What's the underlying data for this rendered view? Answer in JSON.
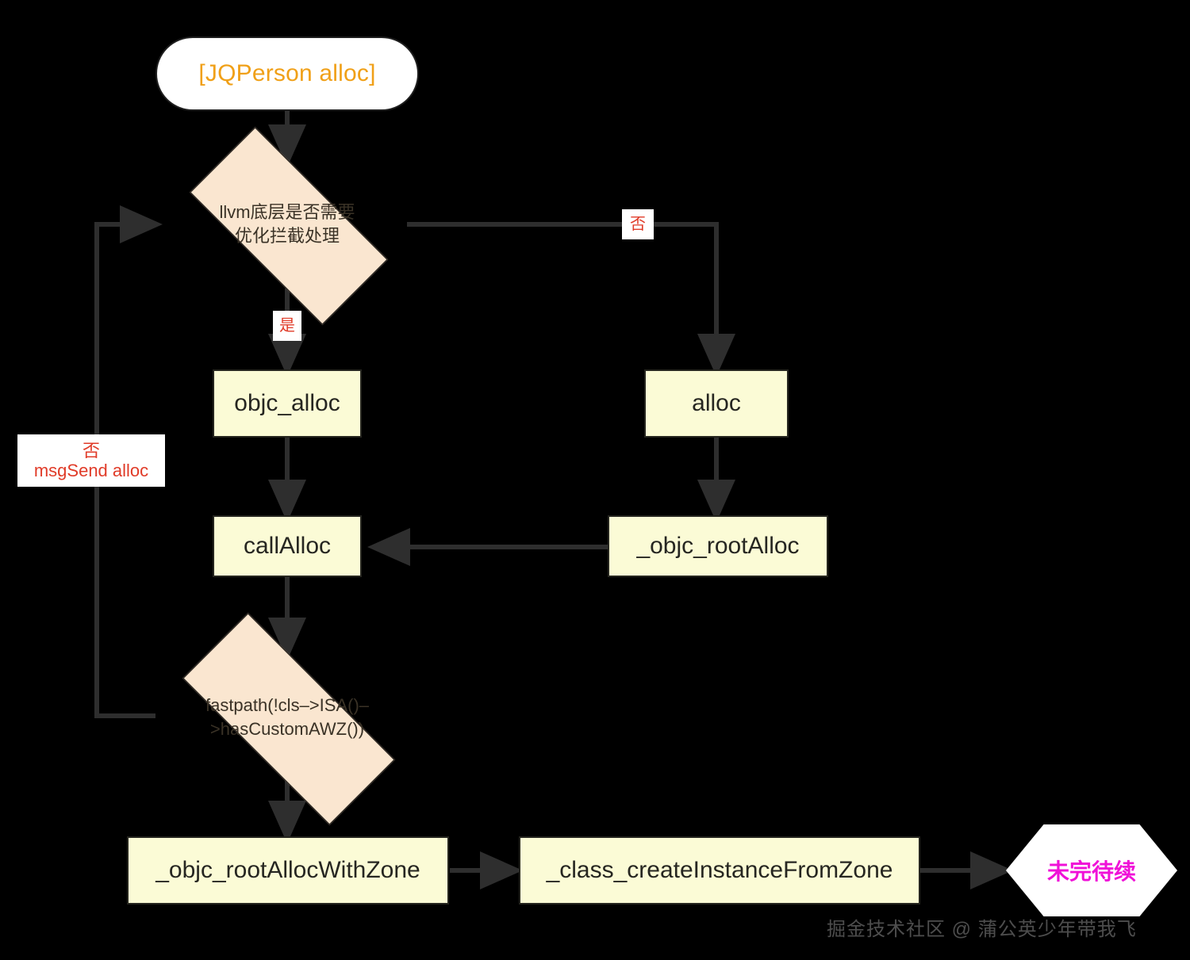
{
  "diagram": {
    "title_node": {
      "label": "[JQPerson alloc]"
    },
    "decisions": [
      {
        "id": "d1",
        "label_line1": "llvm底层是否需要",
        "label_line2": "优化拦截处理"
      },
      {
        "id": "d2",
        "label_line1": "fastpath(!cls–>ISA()–",
        "label_line2": ">hasCustomAWZ())"
      }
    ],
    "boxes": [
      {
        "id": "objc_alloc",
        "label": "objc_alloc"
      },
      {
        "id": "alloc",
        "label": "alloc"
      },
      {
        "id": "callAlloc",
        "label": "callAlloc"
      },
      {
        "id": "objc_rootAlloc",
        "label": "_objc_rootAlloc"
      },
      {
        "id": "objc_rootAllocWithZone",
        "label": "_objc_rootAllocWithZone"
      },
      {
        "id": "class_createInstanceFromZone",
        "label": "_class_createInstanceFromZone"
      }
    ],
    "end_node": {
      "label": "未完待续"
    },
    "edge_labels": [
      {
        "id": "no_right",
        "text": "否"
      },
      {
        "id": "yes_down",
        "text": "是"
      },
      {
        "id": "no_msgsend",
        "line1": "否",
        "line2": "msgSend alloc"
      }
    ],
    "watermark": "掘金技术社区 @ 蒲公英少年带我飞",
    "colors": {
      "background": "#000000",
      "box_fill": "#fbfbd6",
      "diamond_fill": "#fae6d0",
      "node_border": "#25251f",
      "start_text": "#f0a018",
      "end_text": "#f010d8",
      "label_text": "#e03b28",
      "edge_stroke": "#2b2b2b"
    }
  }
}
